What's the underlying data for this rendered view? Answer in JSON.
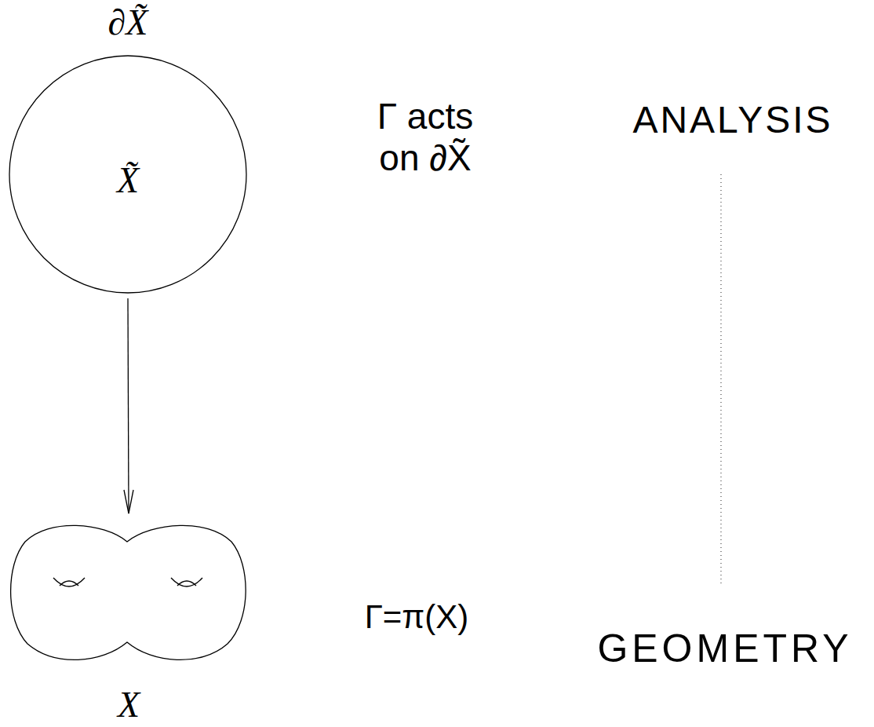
{
  "diagram": {
    "nodes": [
      {
        "text": [
          "∂X̃",
          "X̃"
        ]
      },
      {
        "text": [
          "X"
        ]
      }
    ],
    "edges": [
      {
        "from": 0,
        "to": 1,
        "arrow": "to"
      }
    ],
    "labels": [
      "Γ acts on ∂X̃",
      "ANALYSIS",
      "Γ=π(X)",
      "GEOMETRY"
    ]
  }
}
